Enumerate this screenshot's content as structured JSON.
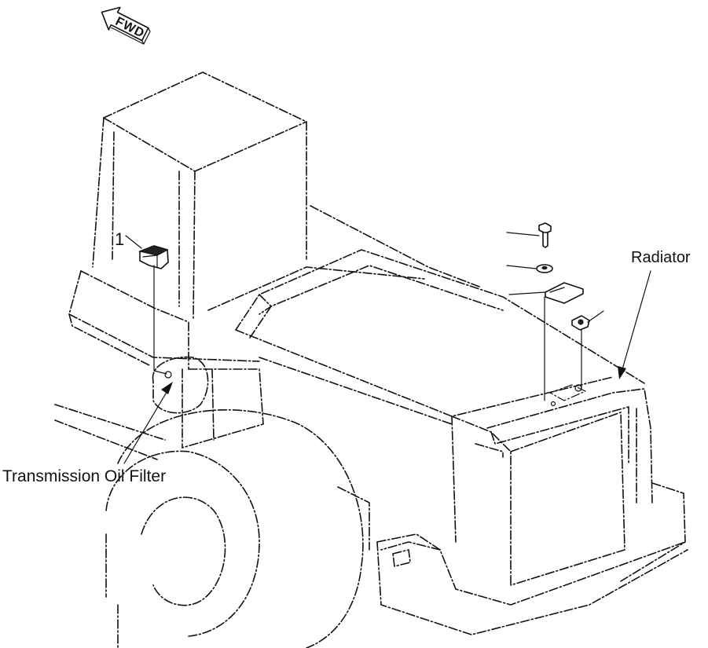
{
  "fwd_arrow": {
    "label": "FWD"
  },
  "callouts": {
    "item_1": "1",
    "radiator": "Radiator",
    "transmission_oil_filter": "Transmission Oil Filter"
  }
}
